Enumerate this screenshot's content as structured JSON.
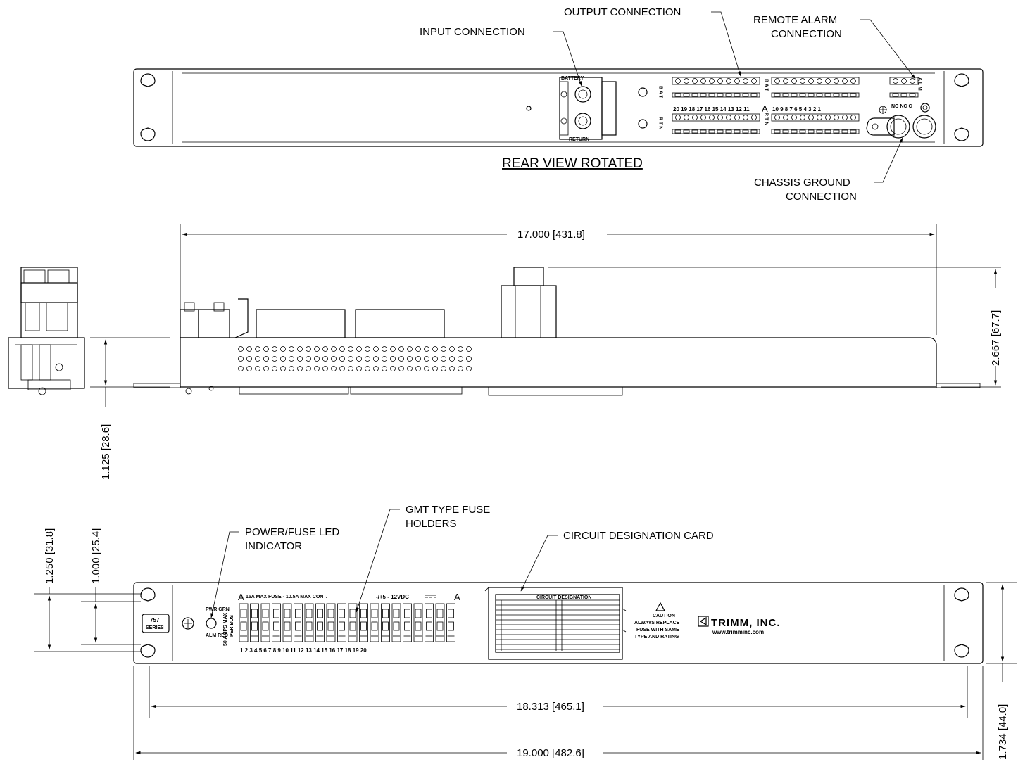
{
  "rear_view": {
    "title": "REAR VIEW ROTATED",
    "callouts": {
      "output": "OUTPUT CONNECTION",
      "input": "INPUT CONNECTION",
      "remote_alarm_1": "REMOTE ALARM",
      "remote_alarm_2": "CONNECTION",
      "chassis_ground_1": "CHASSIS GROUND",
      "chassis_ground_2": "CONNECTION"
    },
    "labels": {
      "battery": "BATTERY",
      "return": "RETURN",
      "bat": "B A T",
      "rtn": "R T N",
      "alm": "A L M",
      "alarm_terminals": "NO NC C",
      "bus_a": "A",
      "left_numbers": "20 19 18 17 16 15 14 13 12 11",
      "right_numbers": "10 9 8 7 6 5 4 3 2 1"
    }
  },
  "side_view": {
    "dims": {
      "width": "17.000 [431.8]",
      "height": "2.667 [67.7]",
      "depth": "1.125 [28.6]"
    }
  },
  "front_view": {
    "callouts": {
      "led_1": "POWER/FUSE LED",
      "led_2": "INDICATOR",
      "fuse_1": "GMT TYPE FUSE",
      "fuse_2": "HOLDERS",
      "card": "CIRCUIT DESIGNATION CARD"
    },
    "dims": {
      "height_1": "1.250 [31.8]",
      "height_2": "1.000 [25.4]",
      "mount": "18.313 [465.1]",
      "overall": "19.000 [482.6]",
      "panel": "1.734 [44.0]"
    },
    "panel_text": {
      "series_1": "757",
      "series_2": "SERIES",
      "pwr": "PWR GRN",
      "alm": "ALM RED",
      "amps_1": "50 AMPS MAX",
      "amps_2": "PER BUS",
      "bus_left": "A",
      "bus_right": "A",
      "fuse_rating": "15A MAX FUSE - 10.5A MAX CONT.",
      "voltage": "-/+5 - 12VDC",
      "numbers": "1 2 3 4 5 6 7 8 9 10 11 12 13 14 15 16 17 18 19 20",
      "card_title": "CIRCUIT DESIGNATION",
      "caution": "CAUTION",
      "warning_1": "ALWAYS REPLACE",
      "warning_2": "FUSE WITH SAME",
      "warning_3": "TYPE AND RATING",
      "brand": "TRIMM, INC.",
      "website": "www.trimminc.com"
    }
  }
}
